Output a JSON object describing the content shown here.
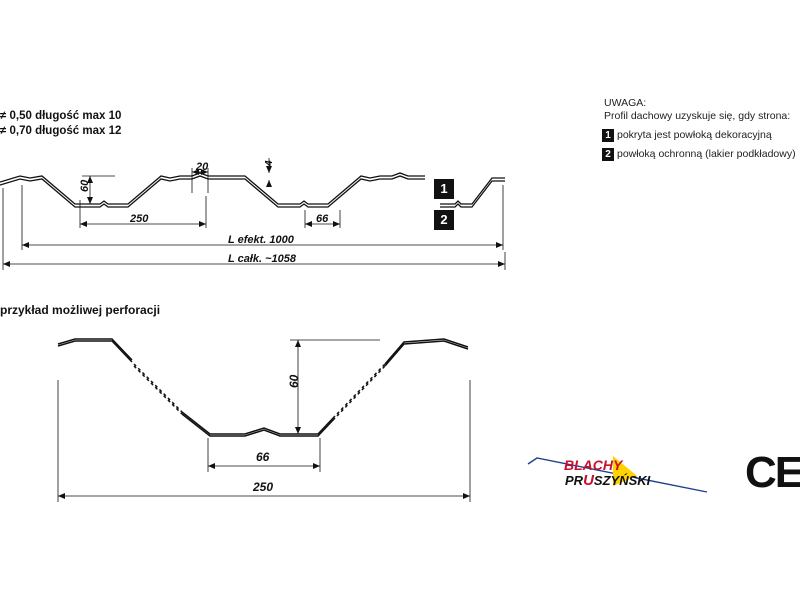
{
  "specs": [
    "≠ 0,50 długość max 10",
    "≠ 0,70 długość max 12"
  ],
  "note": {
    "title": "UWAGA:",
    "subtitle": "Profil dachowy uzyskuje się, gdy strona:",
    "items": [
      {
        "badge": "1",
        "text": "pokryta jest powłoką dekoracyjną"
      },
      {
        "badge": "2",
        "text": "powłoką ochronną (lakier podkładowy)"
      }
    ]
  },
  "profile": {
    "dim_height": "60",
    "dim_top": "20",
    "dim_step": "4",
    "dim_pitch": "250",
    "dim_bottom": "66",
    "effective_length": "L efekt. 1000",
    "total_length": "L całk. ~1058",
    "side_1": "1",
    "side_2": "2"
  },
  "perforation": {
    "title": "przykład możliwej perforacji",
    "dim_height": "60",
    "dim_bottom": "66",
    "dim_pitch": "250"
  },
  "logo": {
    "line1": "BLACHY",
    "line2_a": "PR",
    "line2_b": "U",
    "line2_c": "SZYŃSKI",
    "colors": {
      "red": "#c8102e",
      "yellow": "#ffd200",
      "blue": "#1d3f8f"
    }
  },
  "ce_mark": "CE"
}
